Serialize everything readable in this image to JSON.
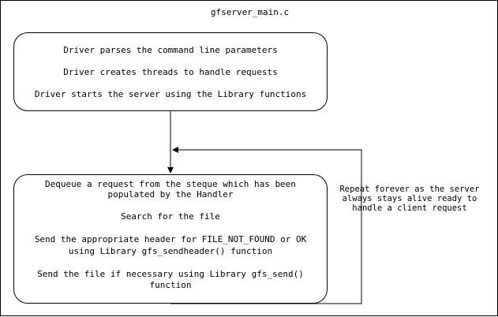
{
  "diagram": {
    "title": "gfserver_main.c",
    "driver_box": {
      "lines": [
        "Driver parses the command line parameters",
        "Driver creates threads to handle requests",
        "Driver starts the server using the Library functions"
      ]
    },
    "worker_box": {
      "lines": [
        "Dequeue a request from the steque which has been",
        "populated by the Handler",
        "Search for the file",
        "Send the appropriate header for FILE_NOT_FOUND or OK",
        "using Library gfs_sendheader() function",
        "Send the file if necessary using Library gfs_send()",
        "function"
      ]
    },
    "loop_note": {
      "lines": [
        "Repeat forever as the server",
        "always stays alive ready to",
        "handle a client request"
      ]
    },
    "colors": {
      "stroke": "#000000",
      "fill": "#ffffff"
    }
  }
}
